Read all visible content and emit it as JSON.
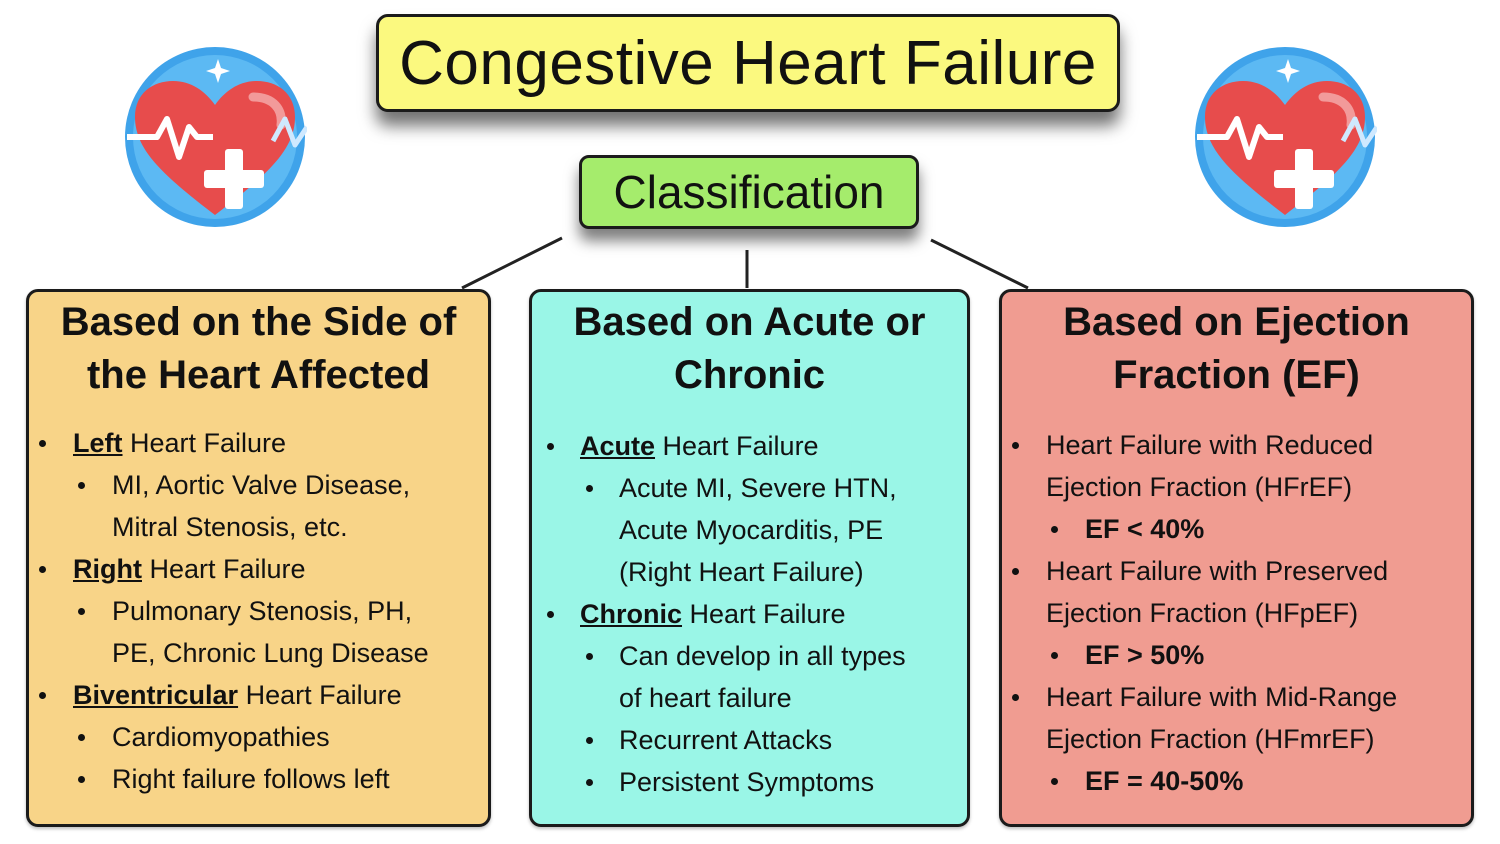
{
  "title": "Congestive Heart Failure",
  "classification": "Classification",
  "colors": {
    "title_fill": "#fbf97f",
    "classification_fill": "#a5ec6c",
    "side_card_fill": "#f8d488",
    "acute_card_fill": "#9af6e7",
    "ef_card_fill": "#f09c91",
    "icon_circle": "#3fa3ea",
    "heart": "#e74c4c"
  },
  "icons": {
    "left": "heart-medical-icon",
    "right": "heart-medical-icon"
  },
  "side": {
    "title_line1": "Based on the Side of",
    "title_line2": "the Heart Affected",
    "left_u": "Left",
    "left_rest": " Heart Failure",
    "left_sub1_l1": "MI, Aortic Valve Disease,",
    "left_sub1_l2": "Mitral Stenosis, etc.",
    "right_u": "Right",
    "right_rest": " Heart Failure",
    "right_sub1_l1": "Pulmonary Stenosis, PH,",
    "right_sub1_l2": "PE, Chronic Lung Disease",
    "biv_u": "Biventricular",
    "biv_rest": " Heart Failure",
    "biv_sub1": "Cardiomyopathies",
    "biv_sub2": "Right failure follows left"
  },
  "acute": {
    "title_line1": "Based on Acute or",
    "title_line2": "Chronic",
    "acute_u": "Acute",
    "acute_rest": " Heart Failure",
    "acute_sub1_l1": "Acute MI, Severe HTN,",
    "acute_sub1_l2": "Acute Myocarditis, PE",
    "acute_sub1_l3": "(Right Heart Failure)",
    "chronic_u": "Chronic",
    "chronic_rest": " Heart Failure",
    "chronic_sub1_l1": "Can develop in all types",
    "chronic_sub1_l2": "of heart failure",
    "chronic_sub2": "Recurrent Attacks",
    "chronic_sub3": "Persistent Symptoms"
  },
  "ef": {
    "title_line1": "Based on Ejection",
    "title_line2": "Fraction (EF)",
    "reduced_l1": "Heart Failure with Reduced",
    "reduced_l2": "Ejection Fraction (HFrEF)",
    "reduced_sub": "EF < 40%",
    "preserved_l1": "Heart Failure with Preserved",
    "preserved_l2": "Ejection Fraction (HFpEF)",
    "preserved_sub": "EF > 50%",
    "mid_l1": "Heart Failure with Mid-Range",
    "mid_l2": "Ejection Fraction (HFmrEF)",
    "mid_sub": "EF = 40-50%"
  }
}
